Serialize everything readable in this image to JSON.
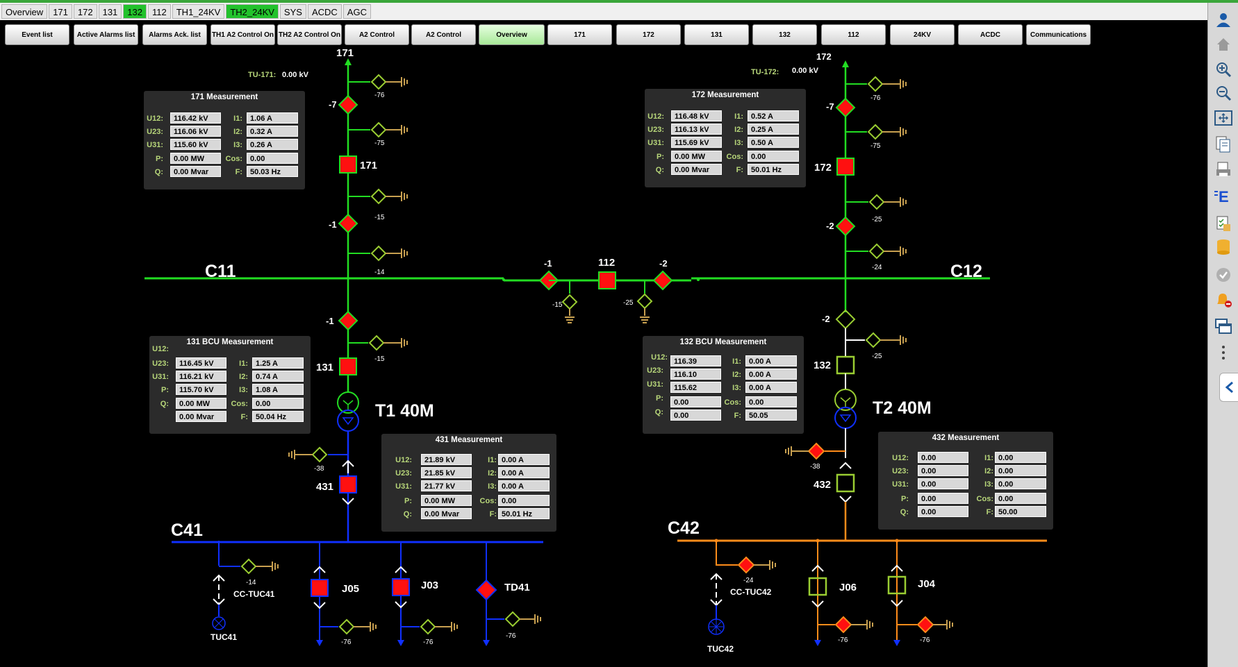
{
  "tabs": [
    {
      "label": "Overview",
      "style": "plain"
    },
    {
      "label": "171",
      "style": "plain"
    },
    {
      "label": "172",
      "style": "plain"
    },
    {
      "label": "131",
      "style": "plain"
    },
    {
      "label": "132",
      "style": "green"
    },
    {
      "label": "112",
      "style": "plain"
    },
    {
      "label": "TH1_24KV",
      "style": "plain"
    },
    {
      "label": "TH2_24KV",
      "style": "green"
    },
    {
      "label": "SYS",
      "style": "plain"
    },
    {
      "label": "ACDC",
      "style": "plain"
    },
    {
      "label": "AGC",
      "style": "plain"
    }
  ],
  "nav": {
    "event_list": "Event list",
    "active_alarms": "Active Alarms list",
    "alarms_ack": "Alarms Ack. list",
    "th1_a2": "TH1 A2 Control On",
    "th2_a2": "TH2 A2 Control On",
    "a2_control_1": "A2 Control",
    "a2_control_2": "A2 Control",
    "overview": "Overview",
    "b171": "171",
    "b172": "172",
    "b131": "131",
    "b132": "132",
    "b112": "112",
    "b24kv": "24KV",
    "acdc": "ACDC",
    "communications": "Communications"
  },
  "colors": {
    "bus110": "#22dd22",
    "bus22_c41": "#1030ff",
    "bus22_c42": "#ff8c1a",
    "breaker_closed": "#ff1010",
    "breaker_open": "#9acd32",
    "background": "#000000"
  },
  "diagram": {
    "feeder171": "171",
    "feeder172": "172",
    "tu171_label": "TU-171:",
    "tu171_value": "0.00 kV",
    "tu172_label": "TU-172:",
    "tu172_value": "0.00 kV",
    "bus_c11": "C11",
    "bus_c12": "C12",
    "bus_c41": "C41",
    "bus_c42": "C42",
    "t1": "T1 40M",
    "t2": "T2 40M",
    "cb171": "171",
    "cb172": "172",
    "cb131": "131",
    "cb132": "132",
    "cb431": "431",
    "cb432": "432",
    "cb112": "112",
    "ds_171_7": "-7",
    "ds_171_1": "-1",
    "ds_131_1": "-1",
    "ds_172_7": "-7",
    "ds_172_2": "-2",
    "ds_132_2": "-2",
    "ds_112_1": "-1",
    "ds_112_2": "-2",
    "es_171_76": "-76",
    "es_171_75": "-75",
    "es_171_15": "-15",
    "es_171_14": "-14",
    "es_131_15": "-15",
    "es_172_76": "-76",
    "es_172_75": "-75",
    "es_172_25": "-25",
    "es_172_24": "-24",
    "es_132_25": "-25",
    "es_112_15": "-15",
    "es_112_25": "-25",
    "es_431_38": "-38",
    "es_432_38": "-38",
    "es_c41_14": "-14",
    "es_c42_24": "-24",
    "es_j05_76": "-76",
    "es_j03_76": "-76",
    "es_td41_76": "-76",
    "es_j06_76": "-76",
    "es_j04_76": "-76",
    "j05": "J05",
    "j03": "J03",
    "td41": "TD41",
    "j06": "J06",
    "j04": "J04",
    "cctuc41": "CC-TUC41",
    "cctuc42": "CC-TUC42",
    "tuc41": "TUC41",
    "tuc42": "TUC42"
  },
  "panels": {
    "m171": {
      "title": "171 Measurement",
      "u12": "116.42 kV",
      "u23": "116.06 kV",
      "u31": "115.60 kV",
      "p": "0.00 MW",
      "q": "0.00 Mvar",
      "i1": "1.06 A",
      "i2": "0.32 A",
      "i3": "0.26 A",
      "cos": "0.00",
      "f": "50.03 Hz"
    },
    "m172": {
      "title": "172 Measurement",
      "u12": "116.48 kV",
      "u23": "116.13 kV",
      "u31": "115.69 kV",
      "p": "0.00 MW",
      "q": "0.00 Mvar",
      "i1": "0.52 A",
      "i2": "0.25 A",
      "i3": "0.50 A",
      "cos": "0.00",
      "f": "50.01 Hz"
    },
    "m131": {
      "title": "131 BCU Measurement",
      "u12": "116.45 kV",
      "u23": "116.21 kV",
      "u31": "115.70 kV",
      "p": "0.00 MW",
      "q": "0.00 Mvar",
      "i1": "1.25 A",
      "i2": "0.74 A",
      "i3": "1.08 A",
      "cos": "0.00",
      "f": "50.04 Hz"
    },
    "m132": {
      "title": "132 BCU Measurement",
      "u12": "116.39",
      "u23": "116.10",
      "u31": "115.62",
      "p": "0.00",
      "q": "0.00",
      "i1": "0.00 A",
      "i2": "0.00 A",
      "i3": "0.00 A",
      "cos": "0.00",
      "f": "50.05"
    },
    "m431": {
      "title": "431 Measurement",
      "u12": "21.89 kV",
      "u23": "21.85 kV",
      "u31": "21.77 kV",
      "p": "0.00 MW",
      "q": "0.00 Mvar",
      "i1": "0.00 A",
      "i2": "0.00 A",
      "i3": "0.00 A",
      "cos": "0.00",
      "f": "50.01 Hz"
    },
    "m432": {
      "title": "432 Measurement",
      "u12": "0.00",
      "u23": "0.00",
      "u31": "0.00",
      "p": "0.00",
      "q": "0.00",
      "i1": "0.00",
      "i2": "0.00",
      "i3": "0.00",
      "cos": "0.00",
      "f": "50.00"
    }
  },
  "labels": {
    "u12": "U12:",
    "u23": "U23:",
    "u31": "U31:",
    "p": "P:",
    "q": "Q:",
    "i1": "I1:",
    "i2": "I2:",
    "i3": "I3:",
    "cos": "Cos:",
    "f": "F:"
  },
  "sidebar_icons": [
    "user-icon",
    "home-icon",
    "zoom-in-icon",
    "zoom-out-icon",
    "fit-screen-icon",
    "report-icon",
    "print-icon",
    "export-e-icon",
    "checklist-icon",
    "database-icon",
    "check-icon",
    "alarm-bell-icon",
    "windows-icon",
    "more-icon",
    "collapse-chevron-icon"
  ]
}
